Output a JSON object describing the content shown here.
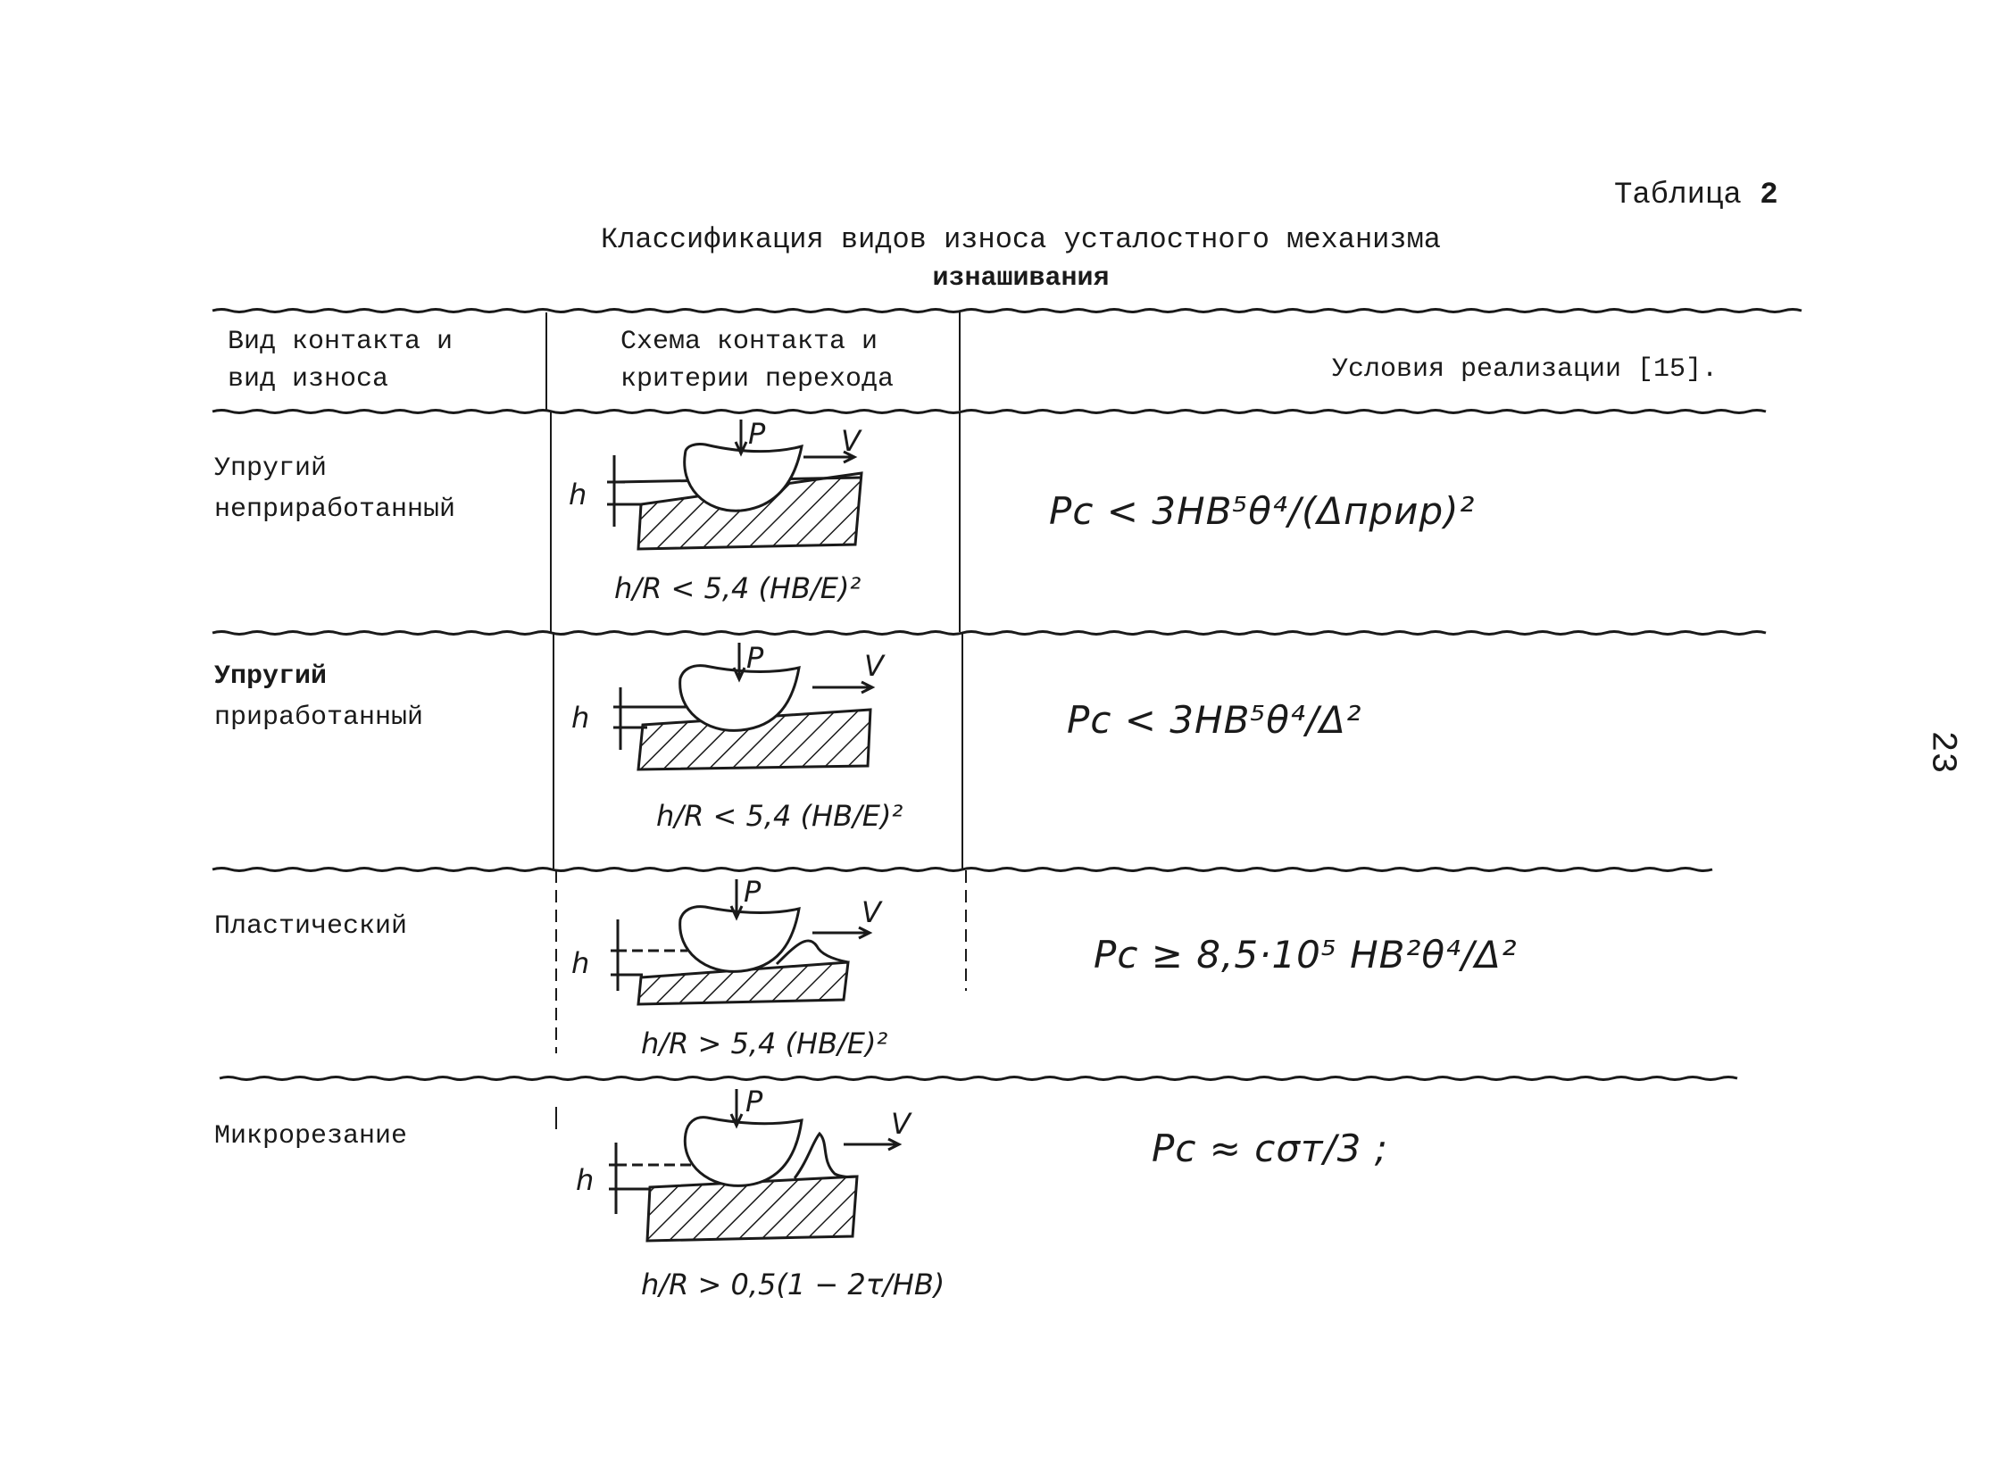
{
  "table_label": {
    "word": "Таблица",
    "number": "2"
  },
  "title": {
    "line1": "Классификация видов износа усталостного механизма",
    "line2": "изнашивания"
  },
  "headers": {
    "col1_line1": "Вид контакта и",
    "col1_line2": "вид износа",
    "col2_line1": "Схема контакта и",
    "col2_line2": "критерии перехода",
    "col3": "Условия реализации [15]."
  },
  "rows": [
    {
      "label_line1": "Упругий",
      "label_line2": "неприработанный",
      "criterion": "h/R < 5,4 (HB/E)²",
      "condition": "Pc < 3HB⁵θ⁴/(Δприр)²"
    },
    {
      "label_line1": "Упругий",
      "label_line2": "приработанный",
      "criterion": "h/R < 5,4 (HB/E)²",
      "condition": "Pc < 3HB⁵θ⁴/Δ²"
    },
    {
      "label_line1": "Пластический",
      "label_line2": "",
      "criterion": "h/R > 5,4 (HB/E)²",
      "condition": "Pc ≥ 8,5·10⁵ HB²θ⁴/Δ²"
    },
    {
      "label_line1": "Микрорезание",
      "label_line2": "",
      "criterion": "h/R > 0,5(1 − 2τ/HB)",
      "condition": "Pc ≈ cσт/3 ;"
    }
  ],
  "diagram_letters": {
    "load": "P",
    "velocity": "V",
    "depth": "h"
  },
  "page_number": "23"
}
